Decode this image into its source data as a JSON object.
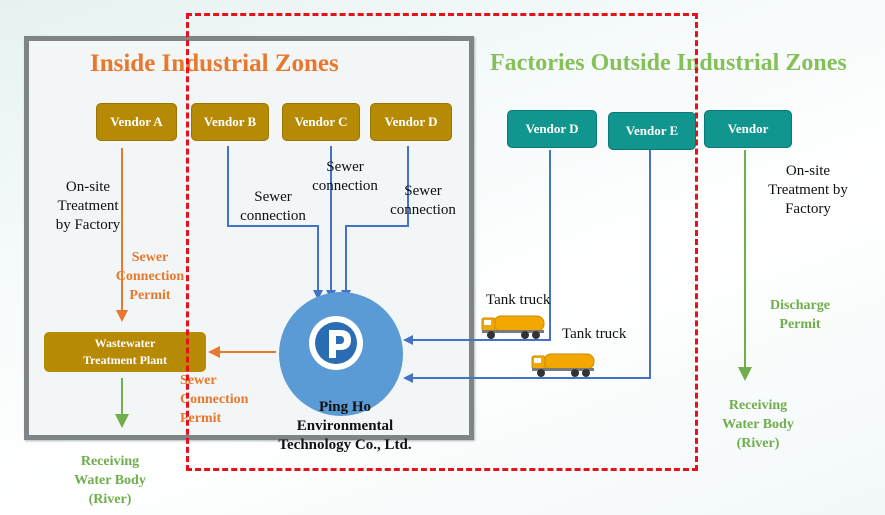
{
  "titles": {
    "inside": "Inside Industrial Zones",
    "outside": "Factories Outside Industrial Zones"
  },
  "vendors": {
    "a": "Vendor A",
    "b": "Vendor B",
    "c": "Vendor C",
    "d_inside": "Vendor D",
    "d_outside": "Vendor D",
    "e": "Vendor E",
    "generic": "Vendor"
  },
  "labels": {
    "onsite_left": [
      "On-site",
      "Treatment",
      "by Factory"
    ],
    "sewer_permit_left": [
      "Sewer",
      "Connection",
      "Permit"
    ],
    "sewer_b": [
      "Sewer",
      "connection"
    ],
    "sewer_c": [
      "Sewer",
      "connection"
    ],
    "sewer_d": [
      "Sewer",
      "connection"
    ],
    "onsite_right": [
      "On-site",
      "Treatment by",
      "Factory"
    ],
    "discharge_permit": [
      "Discharge",
      "Permit"
    ],
    "tank_truck_1": "Tank truck",
    "tank_truck_2": "Tank truck",
    "sewer_permit_mid": [
      "Sewer",
      "Connection",
      "Permit"
    ],
    "wwtp": [
      "Wastewater",
      "Treatment Plant"
    ],
    "company": [
      "Ping Ho",
      "Environmental",
      "Technology Co., Ltd."
    ],
    "receiving_left": [
      "Receiving",
      "Water Body",
      "(River)"
    ],
    "receiving_right": [
      "Receiving",
      "Water Body",
      "(River)"
    ]
  },
  "colors": {
    "orange": "#e8782d",
    "green": "#6fae4a",
    "blue_arrow": "#4472c4",
    "gold": "#b78a05",
    "teal": "#11958f",
    "red_dash": "#e8101a"
  }
}
